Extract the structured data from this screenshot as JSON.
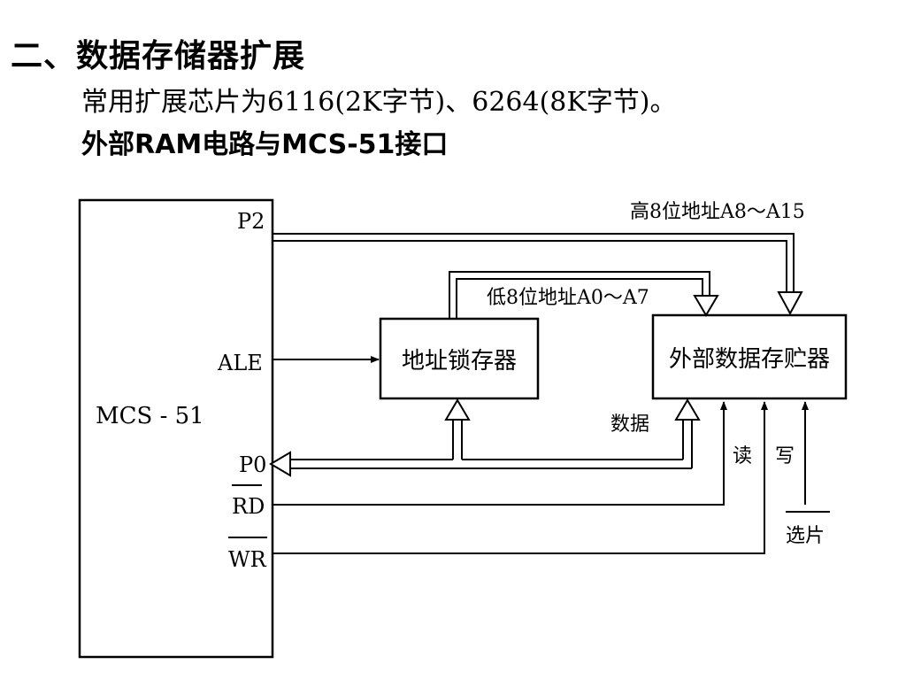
{
  "slide": {
    "title": "二、数据存储器扩展",
    "subtitle": "常用扩展芯片为6116(2K字节)、6264(8K字节)。",
    "heading": "外部RAM电路与MCS-51接口"
  },
  "diagram": {
    "mcu_label": "MCS - 51",
    "pins": {
      "p2": "P2",
      "ale": "ALE",
      "p0": "P0",
      "rd": "RD",
      "wr": "WR"
    },
    "latch_label": "地址锁存器",
    "memory_label": "外部数据存贮器",
    "high_addr_label": "高8位地址A8～A15",
    "low_addr_label": "低8位地址A0～A7",
    "data_label": "数据",
    "read_label": "读",
    "write_label": "写",
    "chip_select_label": "选片"
  }
}
